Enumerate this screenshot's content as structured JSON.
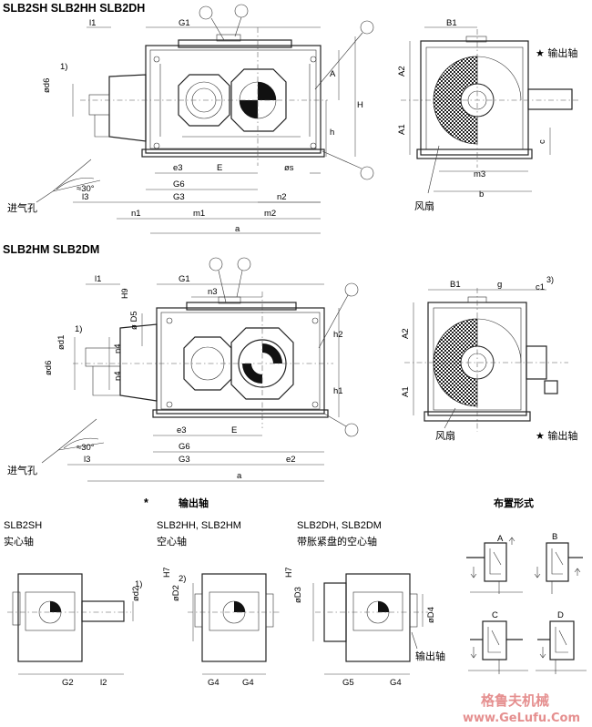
{
  "section1": {
    "title": "SLB2SH  SLB2HH  SLB2DH",
    "labels": {
      "l1": "l1",
      "G1": "G1",
      "A": "A",
      "H": "H",
      "h": "h",
      "d6": "ød6",
      "note1": "1)",
      "e3": "e3",
      "E": "E",
      "s": "øs",
      "G6": "G6",
      "l3": "l3",
      "G3": "G3",
      "n2": "n2",
      "n1": "n1",
      "m1": "m1",
      "m2": "m2",
      "a": "a",
      "angle": "≈30°",
      "vent": "进气孔"
    },
    "side": {
      "B1": "B1",
      "A2": "A2",
      "A1": "A1",
      "c": "c",
      "m3": "m3",
      "b": "b",
      "fan": "风扇",
      "output": "★ 输出轴"
    }
  },
  "section2": {
    "title": "SLB2HM  SLB2DM",
    "labels": {
      "l1": "l1",
      "G1": "G1",
      "n3": "n3",
      "D5": "ø D5",
      "H9": "H9",
      "d1": "ød1",
      "note1": "1)",
      "d6": "ød6",
      "n4a": "n4",
      "n4b": "n4",
      "h2": "h2",
      "h1": "h1",
      "e3": "e3",
      "E": "E",
      "G6": "G6",
      "l3": "l3",
      "G3": "G3",
      "e2": "e2",
      "a": "a",
      "angle": "≈30°",
      "vent": "进气孔"
    },
    "side": {
      "B1": "B1",
      "g": "g",
      "c1": "c1",
      "note3": "3)",
      "A2": "A2",
      "A1": "A1",
      "fan": "风扇",
      "output": "★ 输出轴"
    }
  },
  "output_shaft": {
    "header_star": "*",
    "header": "输出轴",
    "variants": [
      {
        "title": "SLB2SH",
        "subtitle": "实心轴",
        "dia": "ød2",
        "note": "1)",
        "dims": [
          "G2",
          "l2"
        ]
      },
      {
        "title": "SLB2HH, SLB2HM",
        "subtitle": "空心轴",
        "dia": "øD2",
        "tol": "H7",
        "note": "2)",
        "dims": [
          "G4",
          "G4"
        ]
      },
      {
        "title": "SLB2DH, SLB2DM",
        "subtitle": "带胀紧盘的空心轴",
        "dia": "øD3",
        "dia2": "øD4",
        "tol": "H7",
        "dims": [
          "G5",
          "G4"
        ],
        "shaft_label": "输出轴"
      }
    ]
  },
  "arrangement": {
    "header": "布置形式",
    "forms": [
      "A",
      "B",
      "C",
      "D"
    ]
  },
  "watermark": {
    "cn": "格鲁夫机械",
    "url": "www.GeLufu.Com"
  }
}
